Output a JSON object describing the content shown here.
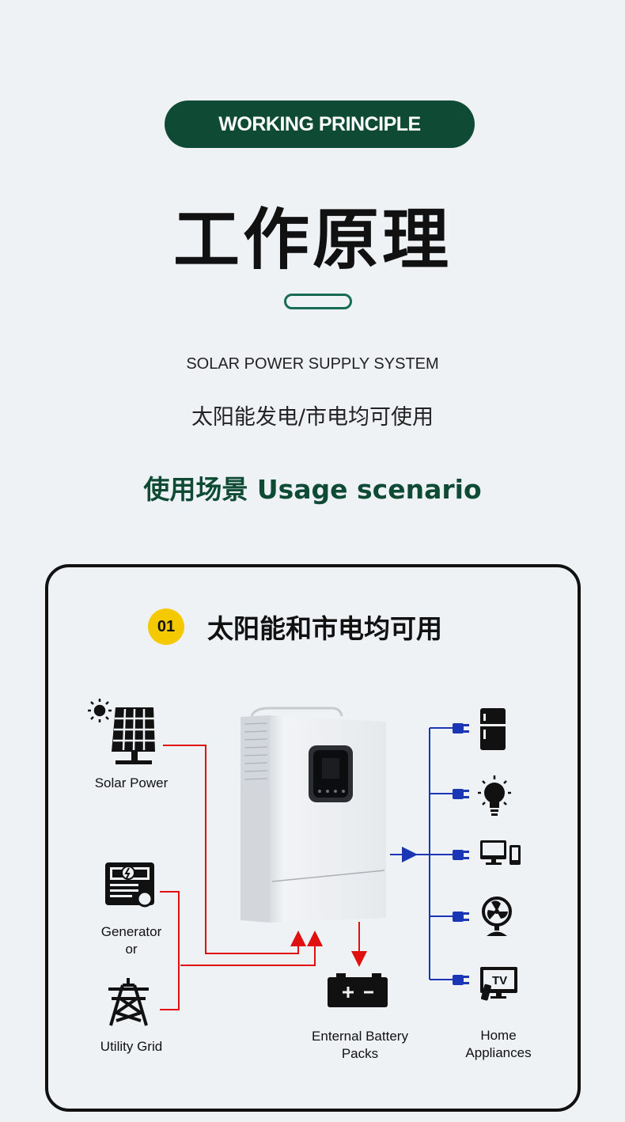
{
  "header": {
    "badge": "WORKING PRINCIPLE",
    "title_cn": "工作原理",
    "subtitle_en": "SOLAR POWER SUPPLY SYSTEM",
    "subtitle_cn": "太阳能发电/市电均可使用",
    "usage_heading": "使用场景 Usage scenario"
  },
  "scenario": {
    "number": "01",
    "title": "太阳能和市电均可用",
    "inputs": {
      "solar_label": "Solar Power",
      "generator_label_1": "Generator",
      "generator_label_2": "or",
      "grid_label": "Utility Grid"
    },
    "battery_label_1": "Enternal Battery",
    "battery_label_2": "Packs",
    "battery_symbol": "+  -",
    "tv_text": "TV",
    "appliances_label_1": "Home",
    "appliances_label_2": "Appliances"
  },
  "colors": {
    "brand_green": "#0f4a35",
    "accent_green": "#166b52",
    "badge_yellow": "#f5c900",
    "input_line_red": "#e01010",
    "output_line_blue": "#1a36b5"
  },
  "icons": [
    "sun-icon",
    "solar-panel-icon",
    "generator-icon",
    "transmission-tower-icon",
    "battery-icon",
    "plug-icon",
    "refrigerator-icon",
    "light-bulb-icon",
    "computer-icon",
    "fan-icon",
    "tv-icon"
  ]
}
